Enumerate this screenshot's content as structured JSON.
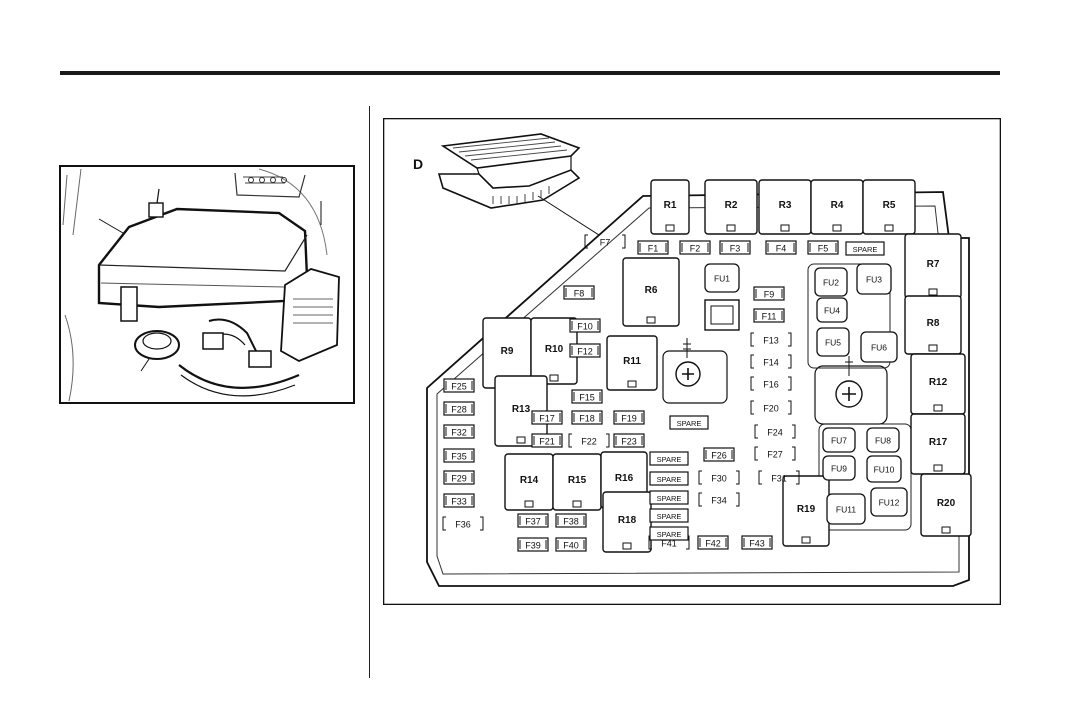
{
  "fuse_diagram": {
    "callout": "D",
    "relays": [
      {
        "label": "R1"
      },
      {
        "label": "R2"
      },
      {
        "label": "R3"
      },
      {
        "label": "R4"
      },
      {
        "label": "R5"
      },
      {
        "label": "R6"
      },
      {
        "label": "R7"
      },
      {
        "label": "R8"
      },
      {
        "label": "R9"
      },
      {
        "label": "R10"
      },
      {
        "label": "R11"
      },
      {
        "label": "R12"
      },
      {
        "label": "R13"
      },
      {
        "label": "R14"
      },
      {
        "label": "R15"
      },
      {
        "label": "R16"
      },
      {
        "label": "R17"
      },
      {
        "label": "R18"
      },
      {
        "label": "R19"
      },
      {
        "label": "R20"
      }
    ],
    "minifuses": [
      {
        "label": "F1"
      },
      {
        "label": "F2"
      },
      {
        "label": "F3"
      },
      {
        "label": "F4"
      },
      {
        "label": "F5"
      },
      {
        "label": "F7"
      },
      {
        "label": "F8"
      },
      {
        "label": "F9"
      },
      {
        "label": "F10"
      },
      {
        "label": "F11"
      },
      {
        "label": "F12"
      },
      {
        "label": "F13"
      },
      {
        "label": "F14"
      },
      {
        "label": "F15"
      },
      {
        "label": "F16"
      },
      {
        "label": "F17"
      },
      {
        "label": "F18"
      },
      {
        "label": "F19"
      },
      {
        "label": "F20"
      },
      {
        "label": "F21"
      },
      {
        "label": "F22"
      },
      {
        "label": "F23"
      },
      {
        "label": "F24"
      },
      {
        "label": "F25"
      },
      {
        "label": "F26"
      },
      {
        "label": "F27"
      },
      {
        "label": "F28"
      },
      {
        "label": "F29"
      },
      {
        "label": "F30"
      },
      {
        "label": "F31"
      },
      {
        "label": "F32"
      },
      {
        "label": "F33"
      },
      {
        "label": "F34"
      },
      {
        "label": "F35"
      },
      {
        "label": "F36"
      },
      {
        "label": "F37"
      },
      {
        "label": "F38"
      },
      {
        "label": "F39"
      },
      {
        "label": "F40"
      },
      {
        "label": "F41"
      },
      {
        "label": "F42"
      },
      {
        "label": "F43"
      }
    ],
    "cartridge_fuses": [
      {
        "label": "FU1"
      },
      {
        "label": "FU2"
      },
      {
        "label": "FU3"
      },
      {
        "label": "FU4"
      },
      {
        "label": "FU5"
      },
      {
        "label": "FU6"
      },
      {
        "label": "FU7"
      },
      {
        "label": "FU8"
      },
      {
        "label": "FU9"
      },
      {
        "label": "FU10"
      },
      {
        "label": "FU11"
      },
      {
        "label": "FU12"
      }
    ],
    "spares": [
      {
        "label": "SPARE"
      },
      {
        "label": "SPARE"
      },
      {
        "label": "SPARE"
      },
      {
        "label": "SPARE"
      },
      {
        "label": "SPARE"
      },
      {
        "label": "SPARE"
      },
      {
        "label": "SPARE"
      }
    ]
  }
}
